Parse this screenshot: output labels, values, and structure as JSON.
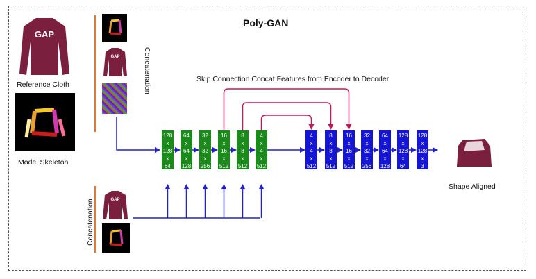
{
  "title": "Poly-GAN",
  "labels": {
    "reference_cloth": "Reference Cloth",
    "model_skeleton": "Model Skeleton",
    "concatenation_top": "Concatenation",
    "concatenation_bottom": "Concatenation",
    "skip_connection": "Skip Connection Concat Features from Encoder to Decoder",
    "shape_aligned": "Shape Aligned"
  },
  "encoder_blocks": [
    {
      "lines": [
        "128",
        "x",
        "128",
        "x",
        "64"
      ]
    },
    {
      "lines": [
        "64",
        "x",
        "64",
        "x",
        "128"
      ]
    },
    {
      "lines": [
        "32",
        "x",
        "32",
        "x",
        "256"
      ]
    },
    {
      "lines": [
        "16",
        "x",
        "16",
        "x",
        "512"
      ]
    },
    {
      "lines": [
        "8",
        "x",
        "8",
        "x",
        "512"
      ]
    },
    {
      "lines": [
        "4",
        "x",
        "4",
        "x",
        "512"
      ]
    }
  ],
  "decoder_blocks": [
    {
      "lines": [
        "4",
        "x",
        "4",
        "x",
        "512"
      ]
    },
    {
      "lines": [
        "8",
        "x",
        "8",
        "x",
        "512"
      ]
    },
    {
      "lines": [
        "16",
        "x",
        "16",
        "x",
        "512"
      ]
    },
    {
      "lines": [
        "32",
        "x",
        "32",
        "x",
        "256"
      ]
    },
    {
      "lines": [
        "64",
        "x",
        "64",
        "x",
        "128"
      ]
    },
    {
      "lines": [
        "128",
        "x",
        "128",
        "x",
        "64"
      ]
    },
    {
      "lines": [
        "128",
        "x",
        "128",
        "x",
        "3"
      ]
    }
  ],
  "logo_text": "GAP",
  "colors": {
    "encoder": "#1a8a1a",
    "decoder": "#1515d6",
    "flow_arrow": "#2222cc",
    "skip_arrow": "#c0185a",
    "shirt": "#7a1f3d",
    "separator": "#d87a3a"
  }
}
